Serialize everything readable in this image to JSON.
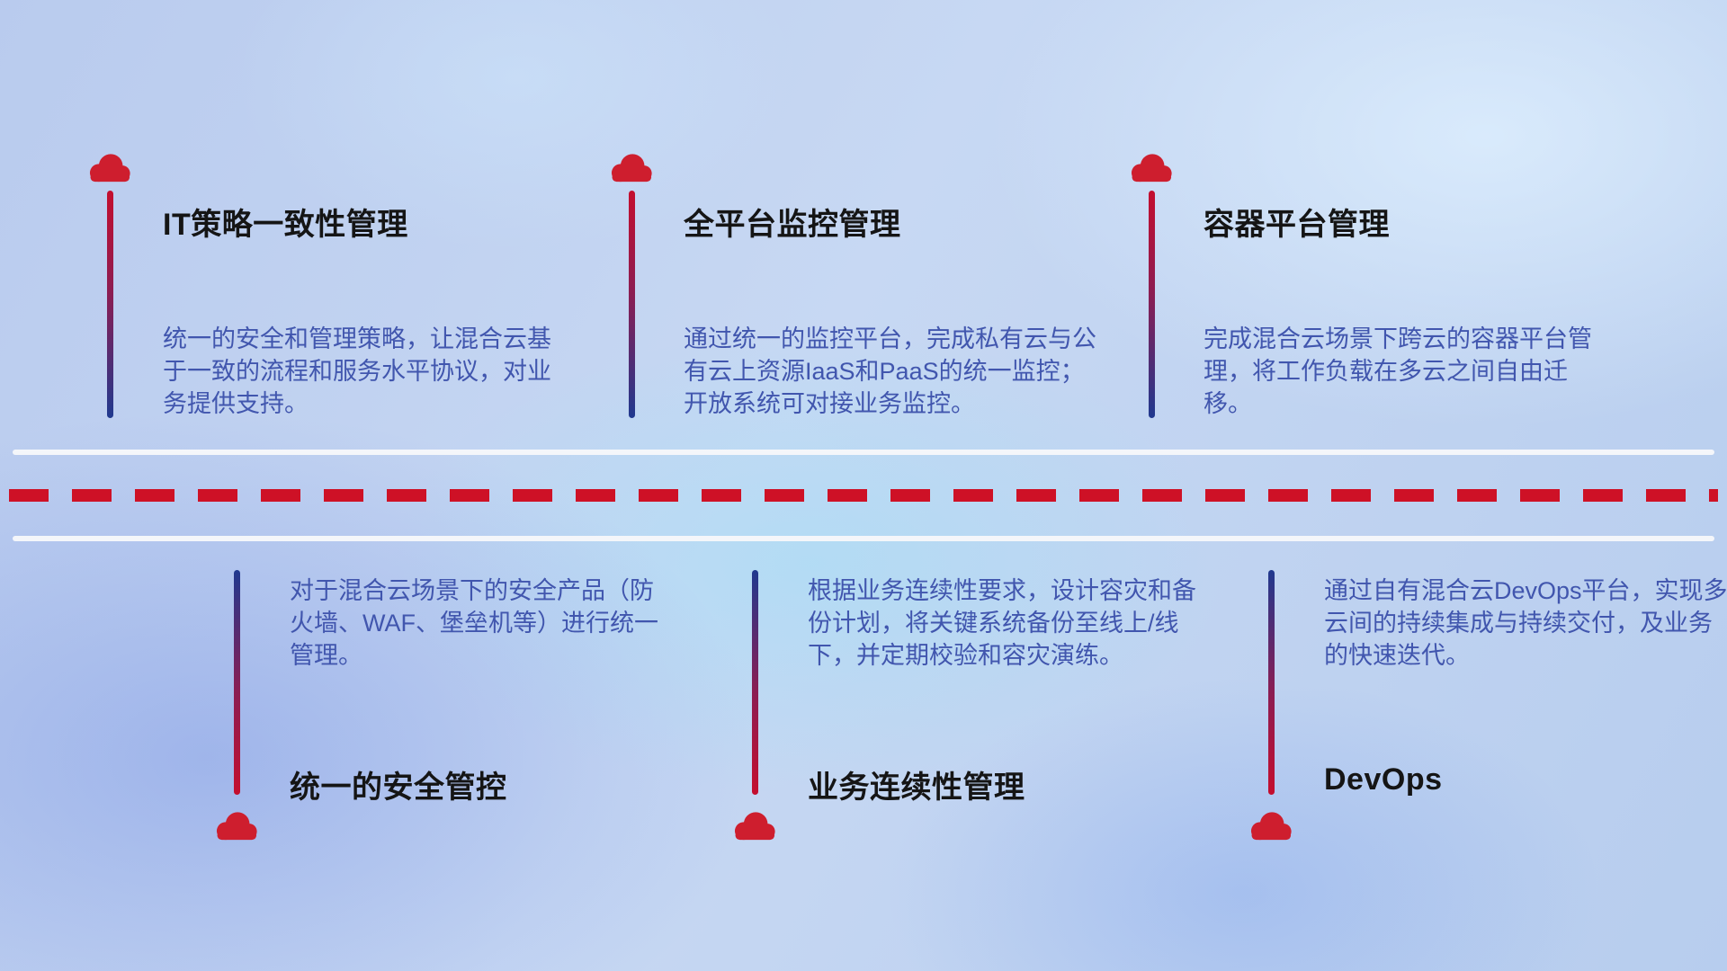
{
  "diagram": {
    "top_items": [
      {
        "title": "IT策略一致性管理",
        "description": "统一的安全和管理策略，让混合云基于一致的流程和服务水平协议，对业务提供支持。"
      },
      {
        "title": "全平台监控管理",
        "description": "通过统一的监控平台，完成私有云与公有云上资源IaaS和PaaS的统一监控；开放系统可对接业务监控。"
      },
      {
        "title": "容器平台管理",
        "description": "完成混合云场景下跨云的容器平台管理，将工作负载在多云之间自由迁移。"
      }
    ],
    "bottom_items": [
      {
        "title": "统一的安全管控",
        "description": "对于混合云场景下的安全产品（防火墙、WAF、堡垒机等）进行统一管理。"
      },
      {
        "title": "业务连续性管理",
        "description": "根据业务连续性要求，设计容灾和备份计划，将关键系统备份至线上/线下，并定期校验和容灾演练。"
      },
      {
        "title": "DevOps",
        "description": "通过自有混合云DevOps平台，实现多云间的持续集成与持续交付，及业务的快速迭代。"
      }
    ]
  },
  "icons": {
    "cloud-icon": "☁"
  },
  "colors": {
    "cloud_red": "#ce1e2e",
    "stem_red": "#c40e2e",
    "stem_blue": "#20398f",
    "title_text": "#151515",
    "description_text": "#4156ae",
    "road_edge_white": "#f4f6fa",
    "road_dash_red": "#ce1126",
    "background_blue": "#bfd1f0"
  }
}
